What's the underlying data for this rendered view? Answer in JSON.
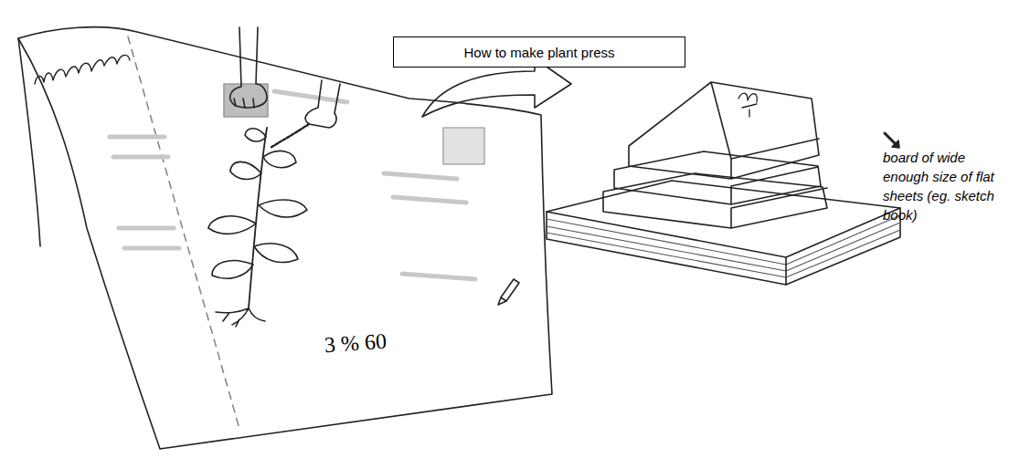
{
  "diagram": {
    "nodes": [
      {
        "text": [
          "How to make plant press"
        ]
      }
    ],
    "labels": [
      "3 % 60",
      "board of wide enough size of flat sheets (eg. sketch book)"
    ]
  }
}
